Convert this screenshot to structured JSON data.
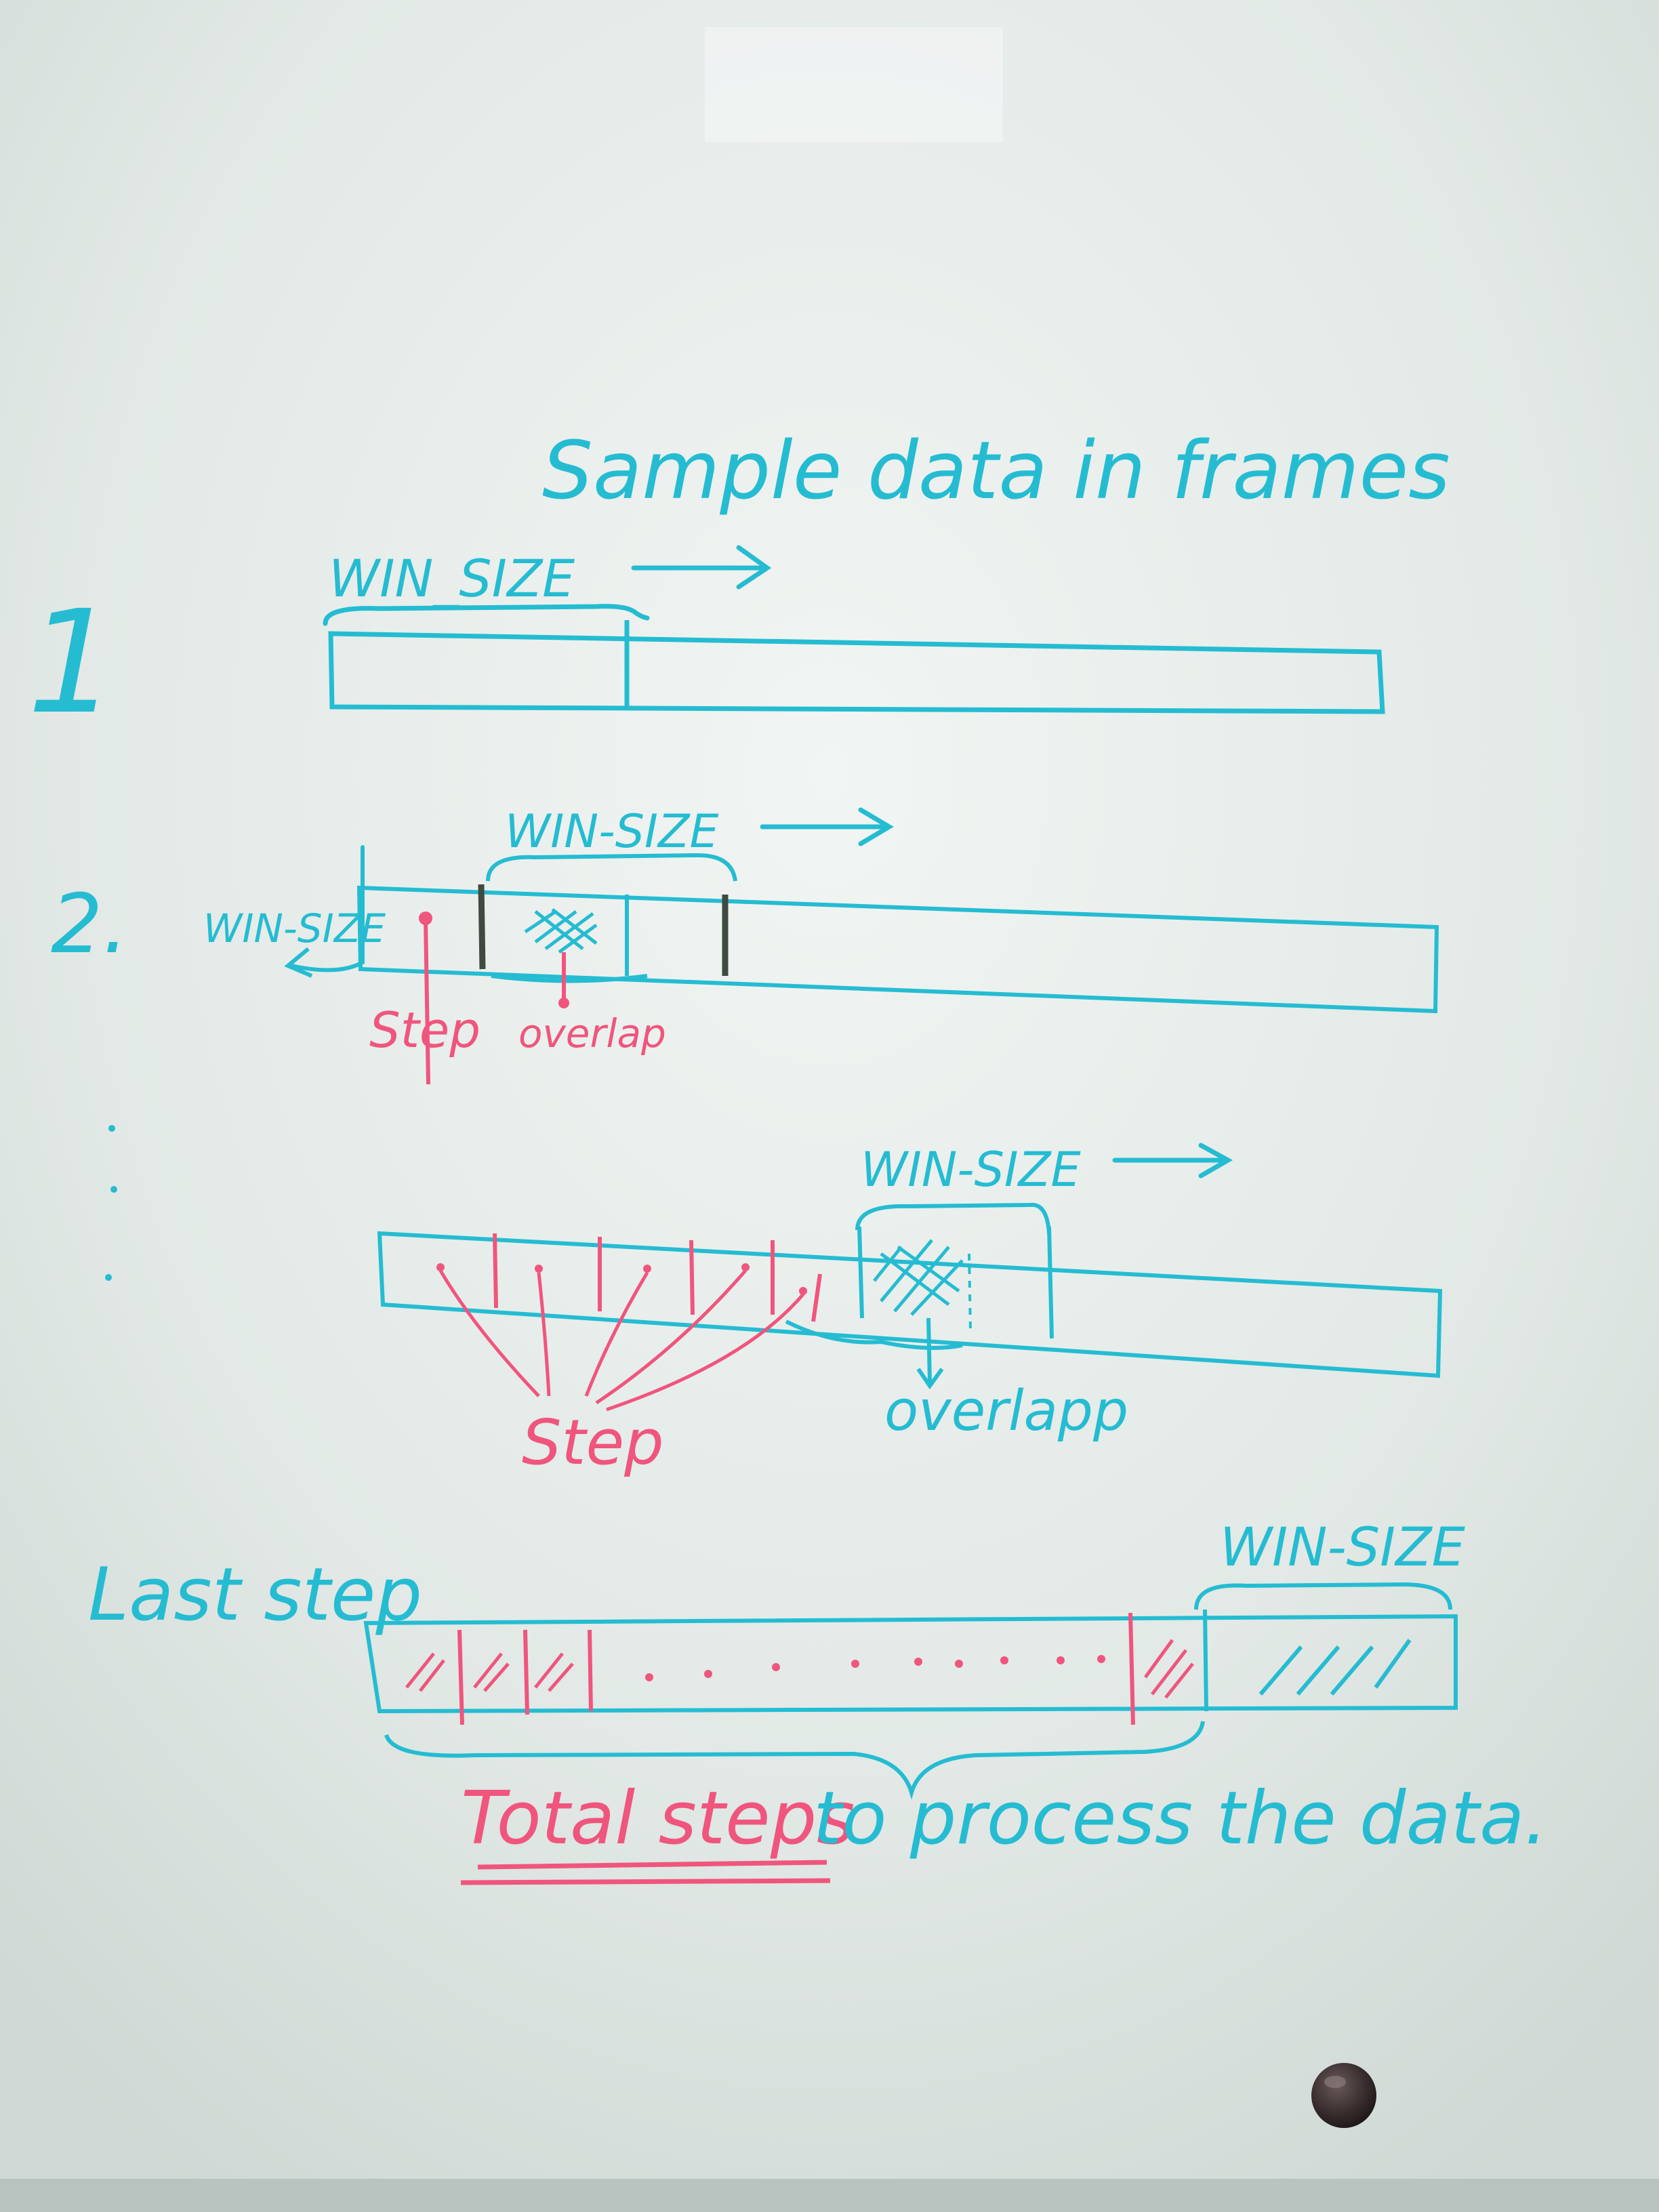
{
  "title": "Sample data in frames",
  "colors": {
    "board_light": "#eef3f1",
    "board_mid": "#dfe7e4",
    "board_dark": "#c9d3cf",
    "cyan_marker": "#25bcd2",
    "pink_marker": "#f0557d",
    "dark_marker": "#3f4a40",
    "magnet": "#3a3030"
  },
  "win_size_label": "WIN_SIZE",
  "win_size_label_alt": "WIN-SIZE",
  "step_label": "Step",
  "overlap_label": "overlap",
  "overlapp_label": "overlapp",
  "sections": {
    "s1": {
      "number": "1"
    },
    "s2": {
      "number": "2."
    },
    "s3": {
      "ellipsis_dots": ".\n.\n."
    },
    "s4": {
      "title": "Last step"
    }
  },
  "caption": {
    "underlined": "Total steps",
    "rest": "to process the data."
  },
  "icons": {
    "arrow": "right-arrow-icon",
    "magnet": "board-magnet-icon"
  }
}
